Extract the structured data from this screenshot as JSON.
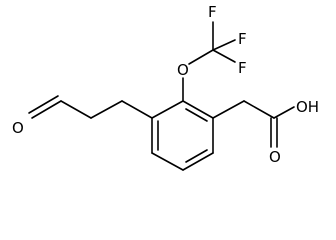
{
  "molecule": {
    "atoms": {
      "f_top": "F",
      "f_right_upper": "F",
      "f_right_lower": "F",
      "o_ether": "O",
      "o_aldehyde": "O",
      "oh": "OH"
    },
    "colors": {
      "bond": "#000000",
      "label": "#000000",
      "background": "#ffffff"
    }
  }
}
